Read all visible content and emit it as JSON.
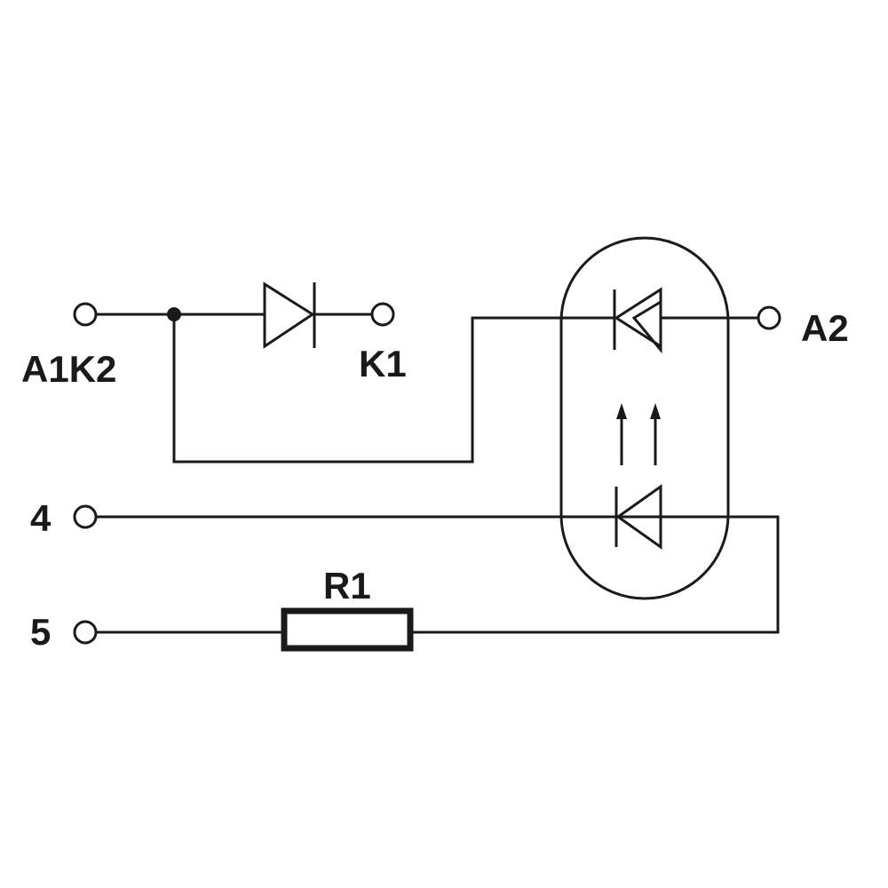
{
  "terminals": {
    "a1k2": "A1K2",
    "k1": "K1",
    "a2": "A2",
    "pin4": "4",
    "pin5": "5"
  },
  "components": {
    "resistor": "R1"
  }
}
